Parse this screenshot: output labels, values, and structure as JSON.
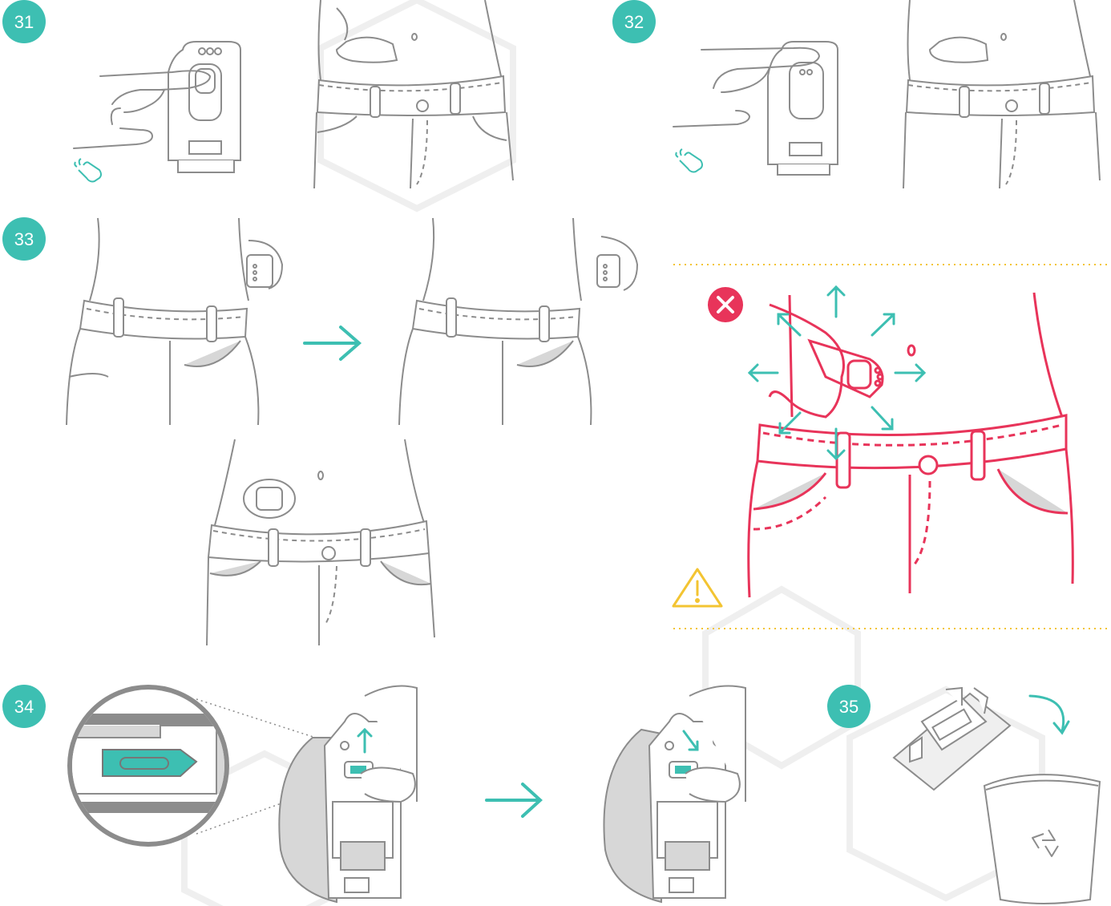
{
  "steps": [
    {
      "number": "31"
    },
    {
      "number": "32"
    },
    {
      "number": "33"
    },
    {
      "number": "34"
    },
    {
      "number": "35"
    }
  ],
  "icons": {
    "tap": "tap-hand-icon",
    "arrow_next": "arrow-right-icon",
    "error": "x-circle-icon",
    "warning": "warning-triangle-icon",
    "recycle": "recycle-icon",
    "rotate": "curved-arrow-icon"
  },
  "colors": {
    "teal": "#3dbfb2",
    "red": "#e8345a",
    "amber": "#f3c432",
    "line": "#8c8c8c",
    "shade": "#d7d7d7",
    "hex": "#efefef"
  }
}
